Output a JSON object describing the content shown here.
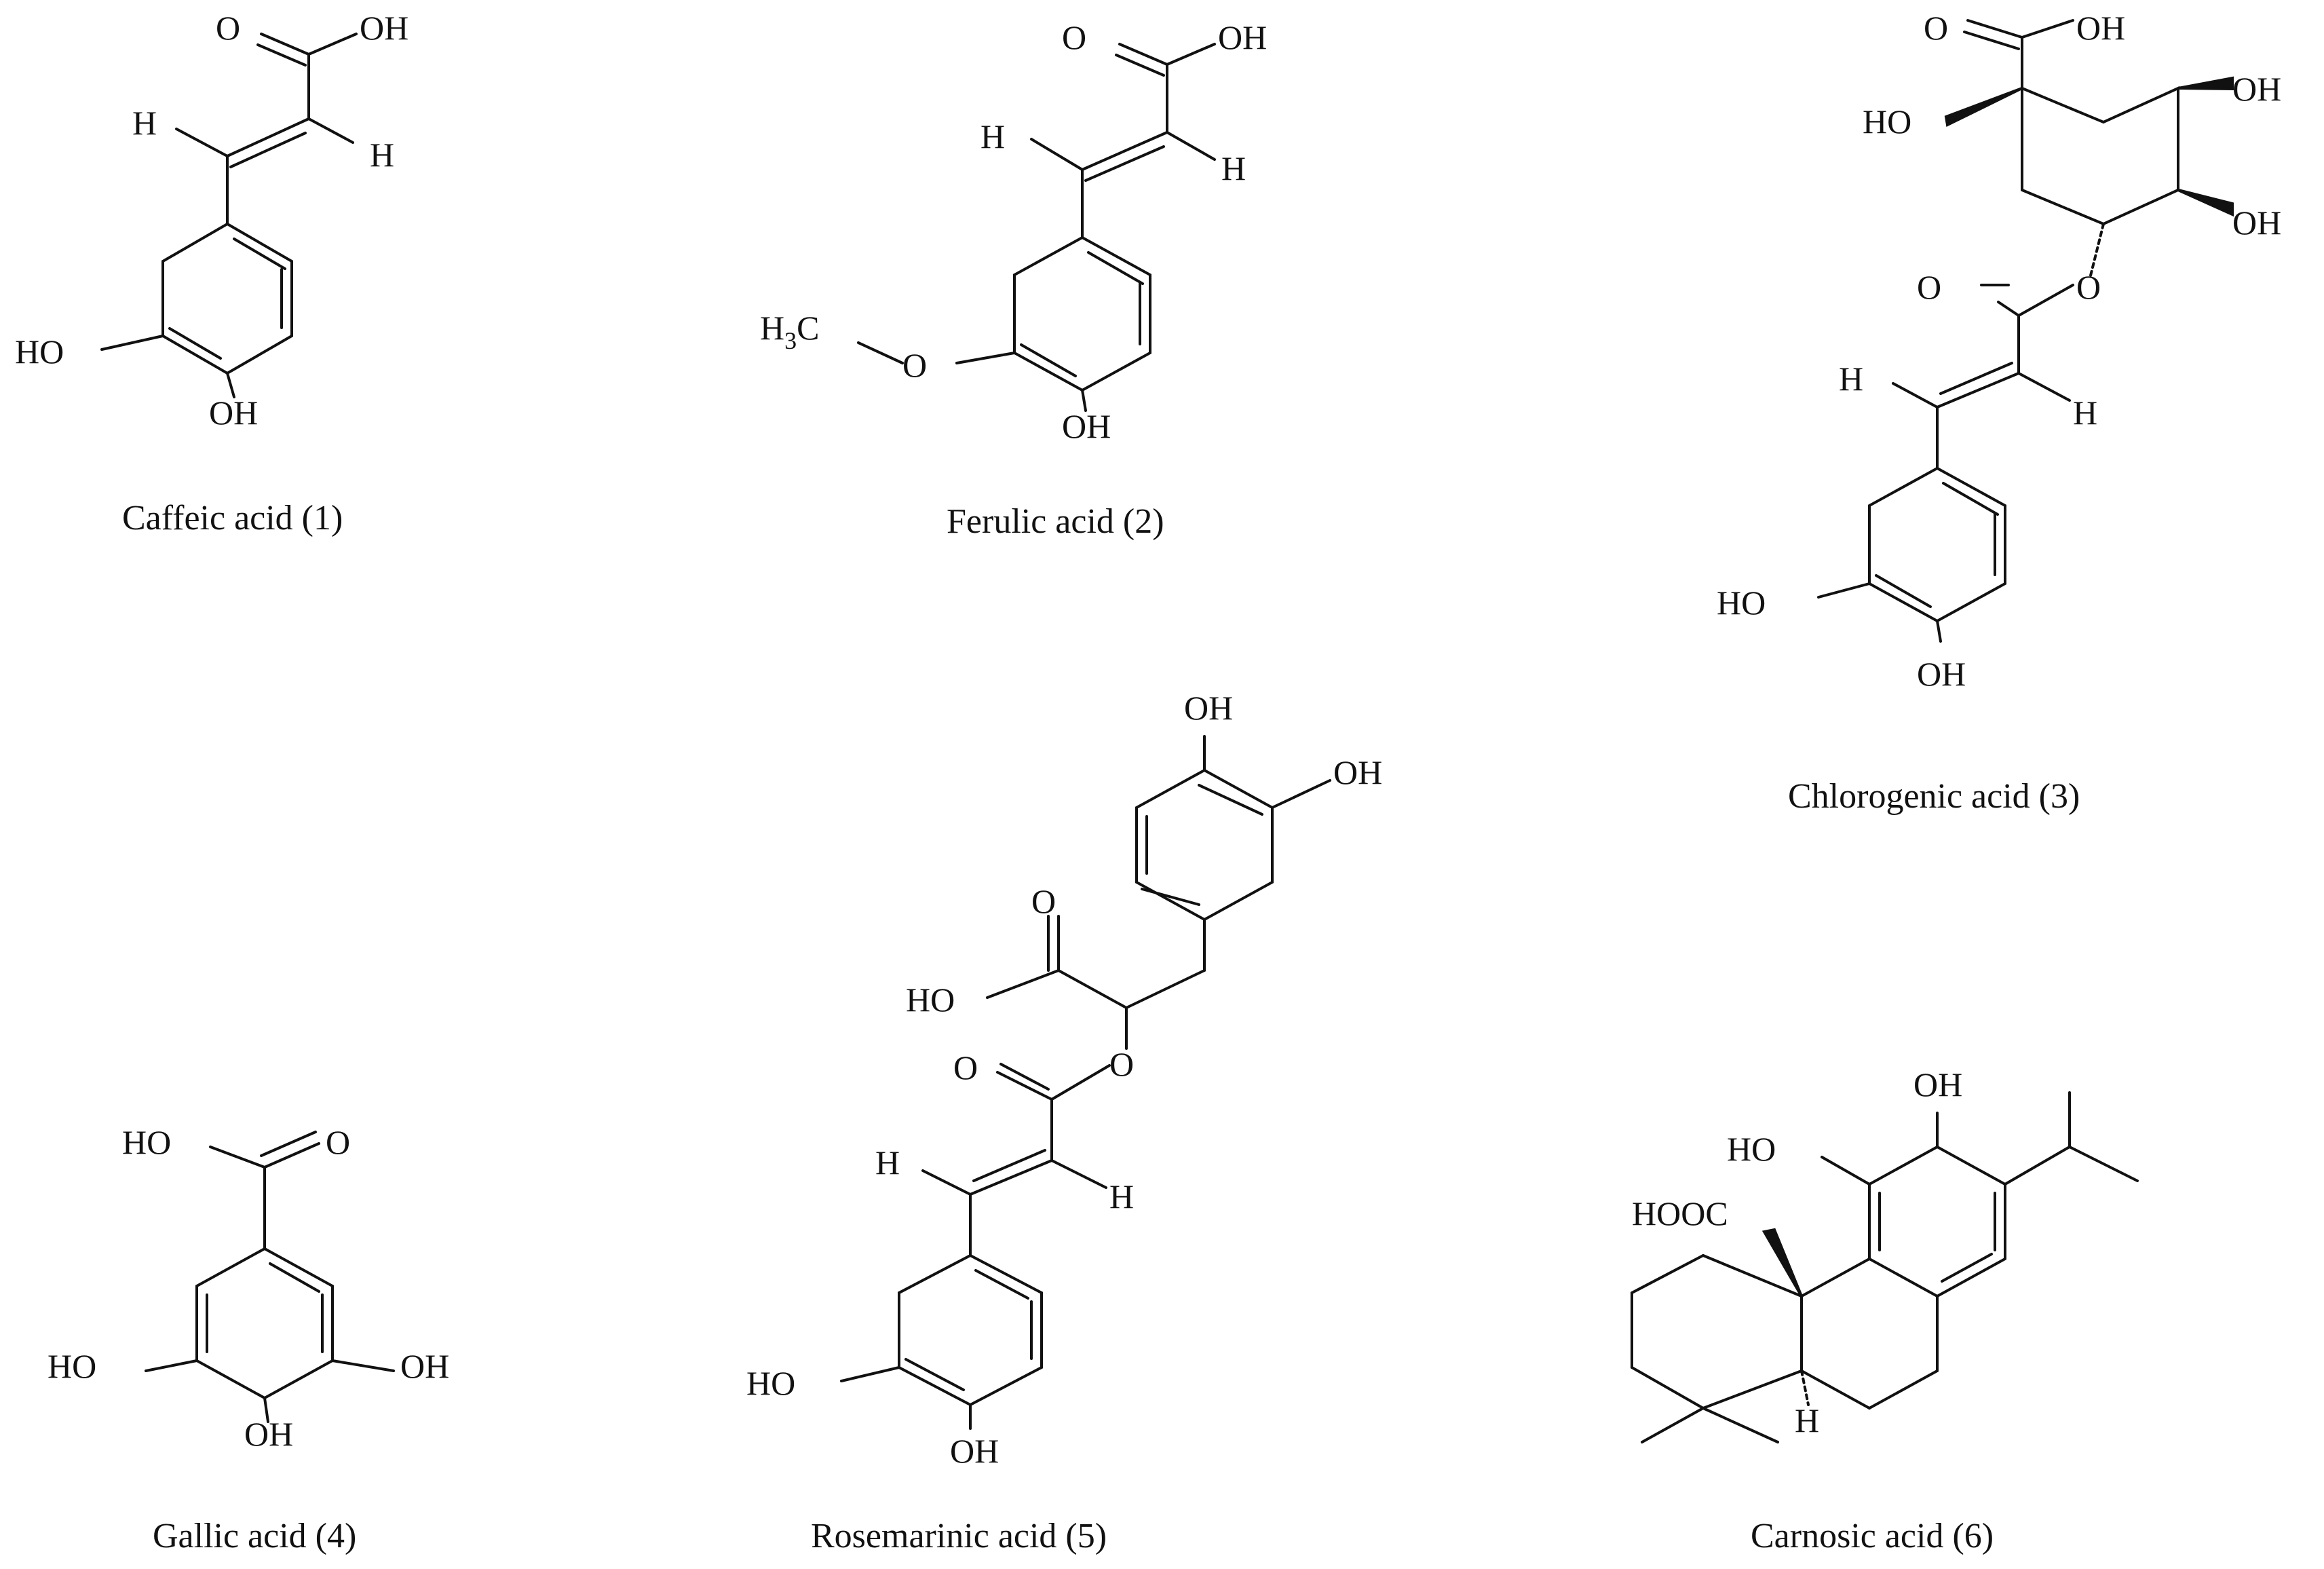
{
  "compounds": [
    {
      "id": "caffeic",
      "caption": "Caffeic acid (1)",
      "atoms": {
        "o_acid": "O",
        "oh_acid": "OH",
        "h_left": "H",
        "h_right": "H",
        "ho": "HO",
        "oh": "OH"
      }
    },
    {
      "id": "ferulic",
      "caption": "Ferulic acid   (2)",
      "atoms": {
        "o_acid": "O",
        "oh_acid": "OH",
        "h_left": "H",
        "h_right": "H",
        "h3c": "H",
        "h3c_sub": "3",
        "h3c_c": "C",
        "o_ether": "O",
        "oh": "OH"
      }
    },
    {
      "id": "chlorogenic",
      "caption": "Chlorogenic acid (3)",
      "atoms": {
        "o_acid": "O",
        "oh_acid": "OH",
        "ho_ring": "HO",
        "oh_top": "OH",
        "oh_mid": "OH",
        "o_ester": "O",
        "o_carbonyl": "O",
        "h_left": "H",
        "h_right": "H",
        "ho": "HO",
        "oh": "OH"
      }
    },
    {
      "id": "gallic",
      "caption": "Gallic acid (4)",
      "atoms": {
        "ho_acid": "HO",
        "o_acid": "O",
        "ho_left": "HO",
        "oh_right": "OH",
        "oh_bottom": "OH"
      }
    },
    {
      "id": "rosmarinic",
      "caption": "Rosemarinic acid (5)",
      "atoms": {
        "oh_top": "OH",
        "oh_top2": "OH",
        "o_acid": "O",
        "ho_acid": "HO",
        "o_carbonyl": "O",
        "o_ester": "O",
        "h_left": "H",
        "h_right": "H",
        "ho": "HO",
        "oh": "OH"
      }
    },
    {
      "id": "carnosic",
      "caption": "Carnosic acid (6)",
      "atoms": {
        "oh_top": "OH",
        "ho": "HO",
        "hooc": "HOOC",
        "h": "H"
      }
    }
  ]
}
